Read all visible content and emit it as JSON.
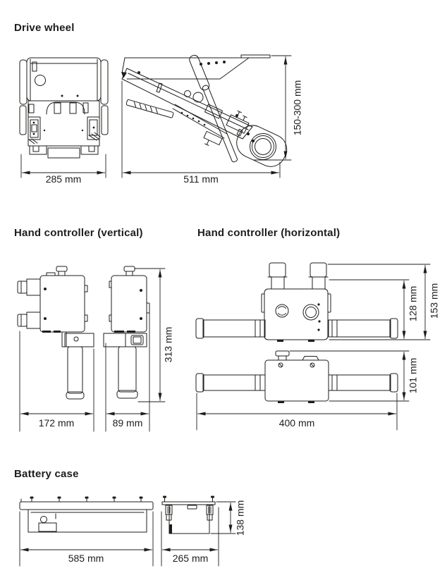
{
  "theme": {
    "background": "#ffffff",
    "line_color": "#1d1d1b",
    "text_color": "#1d1d1b"
  },
  "sections": {
    "drive_wheel": {
      "title": "Drive wheel",
      "front_width": "285 mm",
      "side_length": "511 mm",
      "height_range": "150-300 mm"
    },
    "hand_controller_vertical": {
      "title": "Hand controller (vertical)",
      "front_width": "172 mm",
      "side_width": "89 mm",
      "height": "313 mm"
    },
    "hand_controller_horizontal": {
      "title": "Hand controller (horizontal)",
      "length": "400 mm",
      "body_height": "128 mm",
      "total_height": "153 mm",
      "side_height": "101 mm"
    },
    "battery_case": {
      "title": "Battery case",
      "length": "585 mm",
      "width": "265 mm",
      "height": "138 mm"
    }
  }
}
